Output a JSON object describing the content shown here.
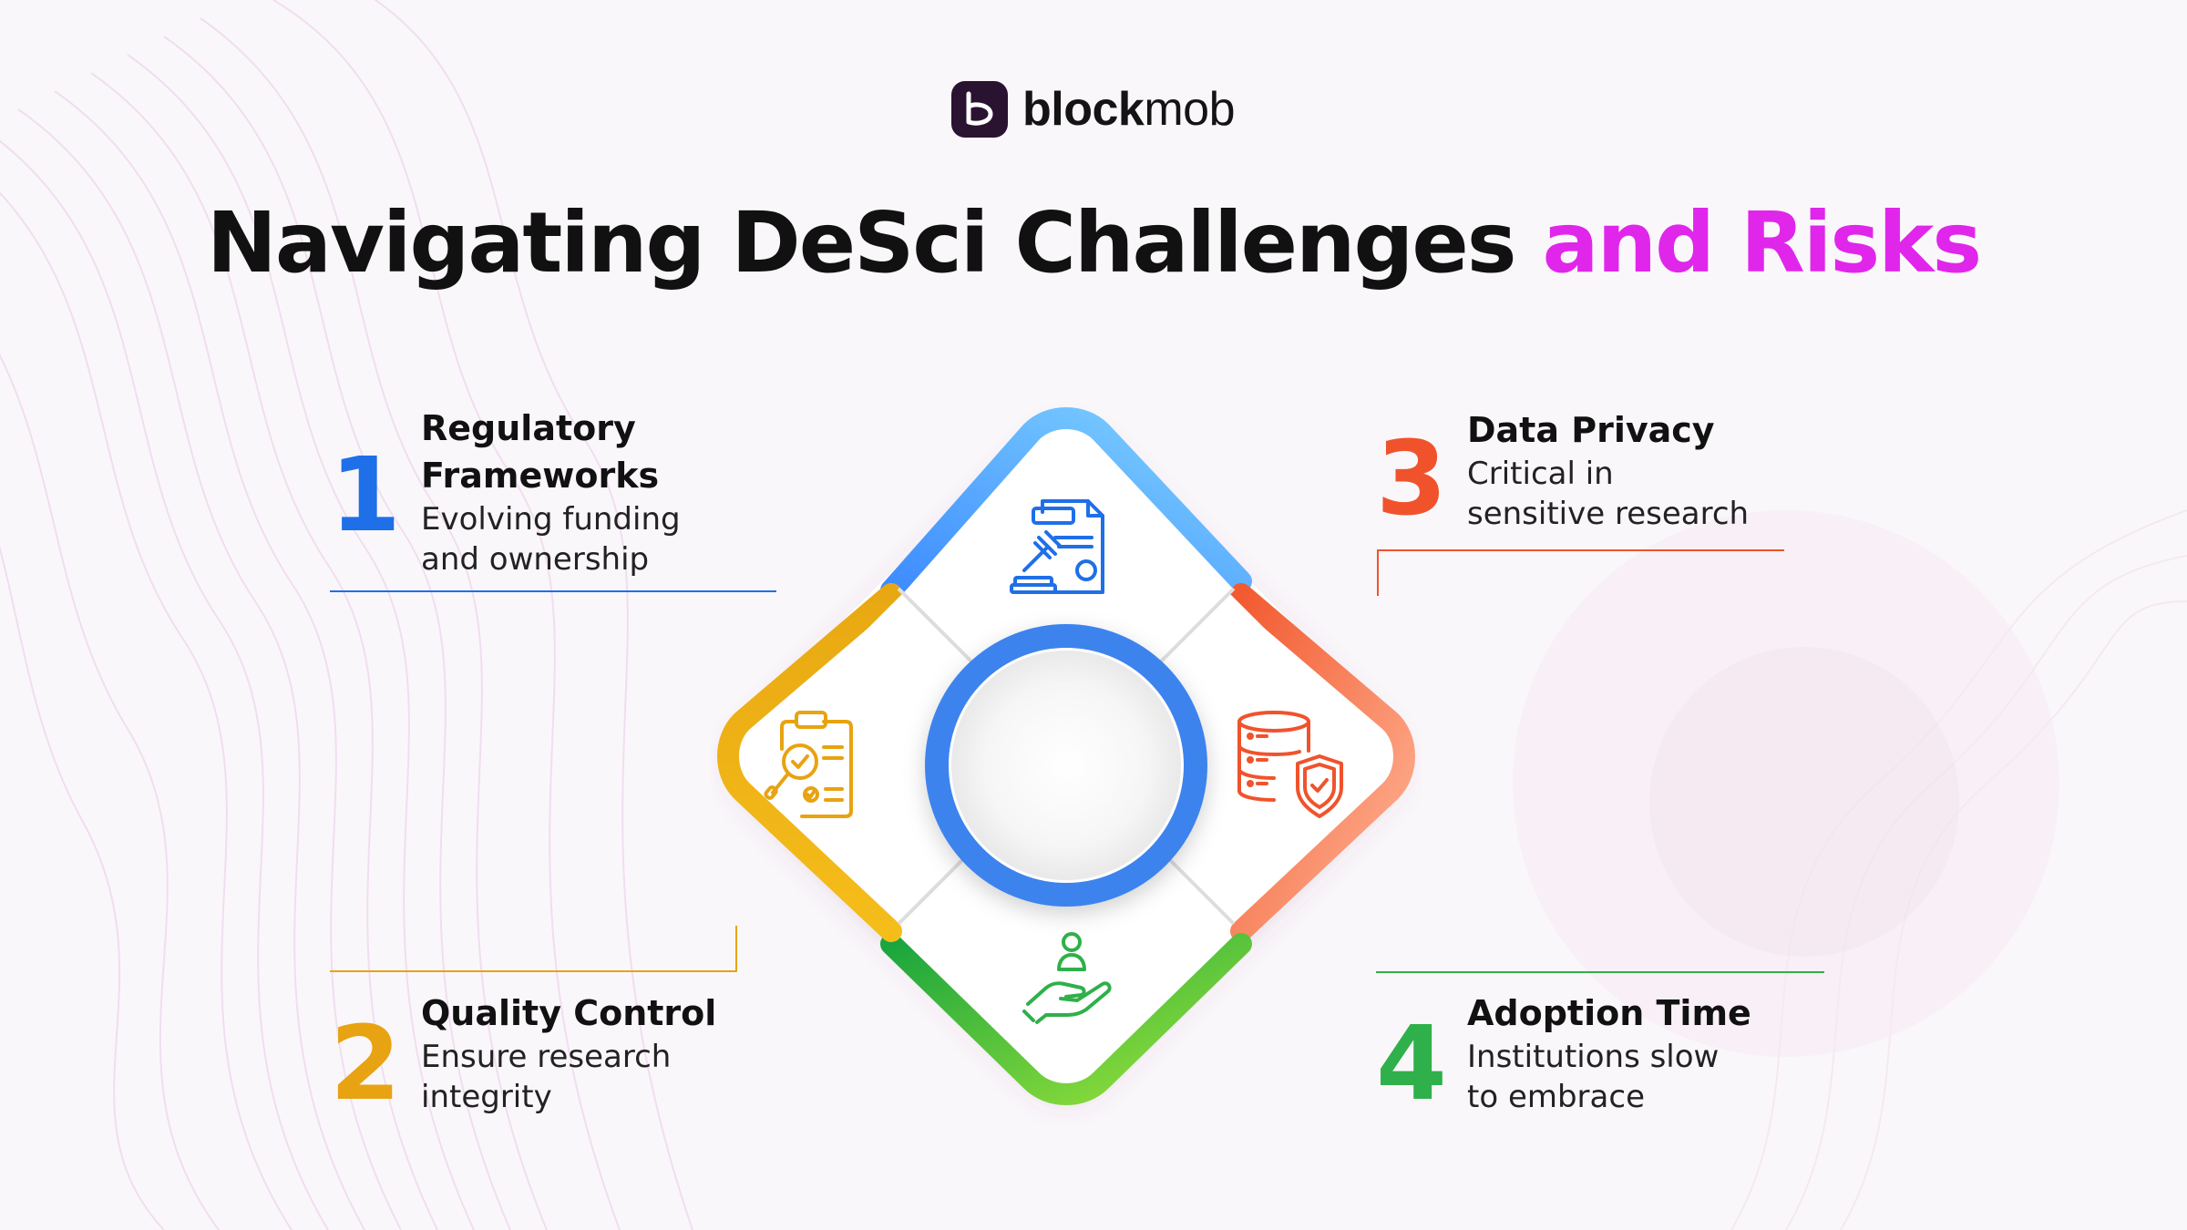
{
  "brand": {
    "name_bold": "block",
    "name_regular": "mob"
  },
  "title": {
    "main": "Navigating DeSci Challenges",
    "accent": "and Risks"
  },
  "items": [
    {
      "number": "1",
      "heading": "Regulatory Frameworks",
      "description": "Evolving funding and ownership",
      "color": "#1f6fe8",
      "icon": "legal-document-gavel-icon"
    },
    {
      "number": "2",
      "heading": "Quality Control",
      "description": "Ensure research integrity",
      "color": "#e8a312",
      "icon": "clipboard-inspection-icon"
    },
    {
      "number": "3",
      "heading": "Data Privacy",
      "description": "Critical in sensitive research",
      "color": "#f0532c",
      "icon": "database-shield-icon"
    },
    {
      "number": "4",
      "heading": "Adoption Time",
      "description": "Institutions slow to embrace",
      "color": "#2fb04a",
      "icon": "hand-person-icon"
    }
  ],
  "colors": {
    "accent": "#e026ea",
    "hub_ring": "#3d83ee",
    "background": "#faf7fa",
    "logo_mark": "#2a1330"
  }
}
